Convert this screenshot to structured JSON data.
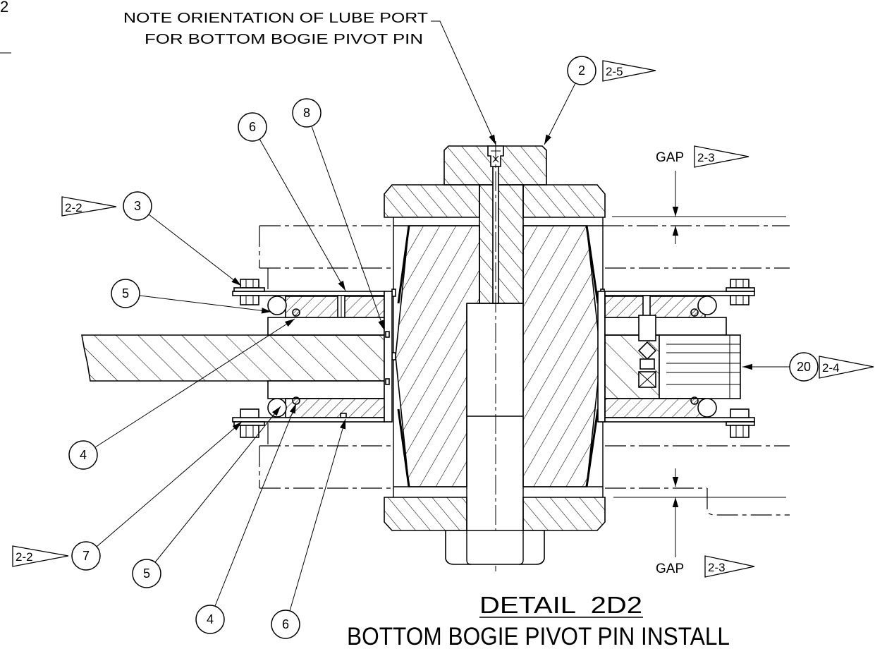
{
  "corner_mark": "2",
  "lube_note": {
    "line1": "NOTE ORIENTATION OF LUBE PORT",
    "line2": "FOR BOTTOM BOGIE PIVOT PIN"
  },
  "item_balloons": [
    "2",
    "6",
    "8",
    "3",
    "5",
    "4",
    "7",
    "5",
    "4",
    "6",
    "20"
  ],
  "flag_notes": [
    "2-5",
    "2-2",
    "2-3",
    "2-4",
    "2-2",
    "2-3"
  ],
  "gap_labels": [
    "GAP",
    "GAP"
  ],
  "detail_title": "DETAIL  2D2",
  "detail_subtitle": "BOTTOM BOGIE PIVOT PIN INSTALL",
  "colors": {
    "line": "#000000",
    "background": "#ffffff"
  }
}
